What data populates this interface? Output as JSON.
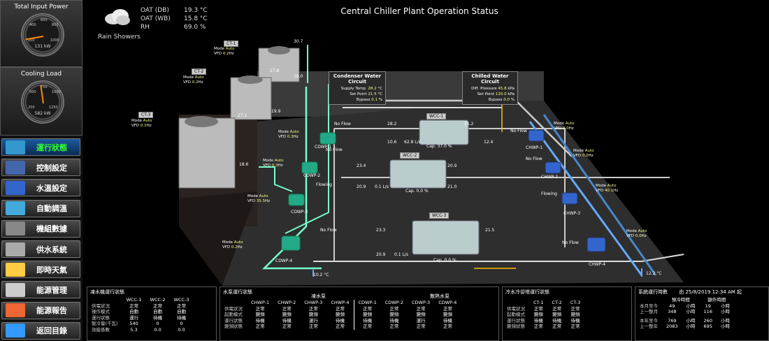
{
  "left": {
    "gauges": [
      {
        "title": "Total Input Power",
        "value": "131",
        "unit": "kW",
        "ticks": [
          "200",
          "400",
          "600",
          "800",
          "1000",
          "0"
        ],
        "fraction": 0.13
      },
      {
        "title": "Cooling Load",
        "value": "582",
        "unit": "kW",
        "ticks": [
          "250",
          "500",
          "750",
          "1000",
          "1250",
          "0"
        ],
        "fraction": 0.47
      }
    ],
    "nav": [
      {
        "label": "運行狀態",
        "active": true,
        "icon": "gear-icon"
      },
      {
        "label": "控制設定",
        "active": false,
        "icon": "monitor-icon"
      },
      {
        "label": "水溫設定",
        "active": false,
        "icon": "water-temperature-icon"
      },
      {
        "label": "自動調溫",
        "active": false,
        "icon": "auto-adjust-icon"
      },
      {
        "label": "機組數據",
        "active": false,
        "icon": "chiller-unit-icon"
      },
      {
        "label": "供水系統",
        "active": false,
        "icon": "water-supply-icon"
      },
      {
        "label": "即時天氣",
        "active": false,
        "icon": "weather-icon"
      },
      {
        "label": "能源管理",
        "active": false,
        "icon": "energy-management-icon"
      },
      {
        "label": "能源報告",
        "active": false,
        "icon": "energy-report-icon"
      },
      {
        "label": "返回目錄",
        "active": false,
        "icon": "back-arrow-icon"
      }
    ]
  },
  "weather": {
    "oat_db_label": "OAT (DB)",
    "oat_db": "19.3 °C",
    "oat_wb_label": "OAT (WB)",
    "oat_wb": "15.8 °C",
    "rh_label": "RH",
    "rh": "69.0 %",
    "condition": "Rain Showers"
  },
  "title": "Central Chiller Plant Operation Status",
  "condenser": {
    "title": "Condenser Water Circuit",
    "supply_label": "Supply Temp.",
    "supply": "28.2",
    "supply_unit": "°C",
    "setpoint_label": "Set Point",
    "setpoint": "21.5",
    "setpoint_unit": "°C",
    "bypass_label": "Bypass",
    "bypass": "0.1",
    "bypass_unit": "%"
  },
  "chilled": {
    "title": "Chilled Water Circuit",
    "dp_label": "Diff. Pressure",
    "dp": "45.8",
    "dp_unit": "kPa",
    "setpoint_label": "Set Point",
    "setpoint": "120.0",
    "setpoint_unit": "kPa",
    "bypass_label": "Bypass",
    "bypass": "0.0",
    "bypass_unit": "%"
  },
  "towers": [
    {
      "name": "CT-1",
      "mode": "Auto",
      "vfd": "0.2",
      "temp_in": "30.7",
      "temp_out": "27.8"
    },
    {
      "name": "CT-2",
      "mode": "Auto",
      "vfd": "0.2",
      "temp_in": "28.0",
      "temp_out": "19.9"
    },
    {
      "name": "CT-3",
      "mode": "Auto",
      "vfd": "0.1",
      "temp_in": "27.1",
      "temp_out": "18.6"
    }
  ],
  "chillers": [
    {
      "name": "WCC-1",
      "cw_in": "28.2",
      "cw_out": "10.6",
      "chw_in": "31.2",
      "chw_out": "12.4",
      "flow": "62.8",
      "cap": "37.0"
    },
    {
      "name": "WCC-2",
      "cw_in": "23.4",
      "cw_out": "20.9",
      "chw_in": "20.9",
      "chw_out": "21.0",
      "flow": "0.1",
      "cap": "0.0"
    },
    {
      "name": "WCC-3",
      "cw_in": "23.3",
      "cw_out": "20.9",
      "chw_in": "21.5",
      "chw_out": "",
      "flow": "0.1",
      "cap": "0.0"
    }
  ],
  "cdwp": [
    {
      "name": "CDWP-1",
      "mode": "Auto",
      "vfd": "0.3",
      "status": "No Flow"
    },
    {
      "name": "CDWP-2",
      "mode": "Auto",
      "vfd": "0.3",
      "status": "No Flow"
    },
    {
      "name": "CDWP-3",
      "mode": "Auto",
      "vfd": "35.5",
      "status": "Flowing"
    },
    {
      "name": "CDWP-4",
      "mode": "Auto",
      "vfd": "0.2",
      "status": "No Flow"
    }
  ],
  "chwp": [
    {
      "name": "CHWP-1",
      "mode": "Auto",
      "vfd": "0.0",
      "status": "No Flow"
    },
    {
      "name": "CHWP-2",
      "mode": "Auto",
      "vfd": "0.0",
      "status": "No Flow"
    },
    {
      "name": "CHWP-3",
      "mode": "Auto",
      "vfd": "40.1",
      "status": "Flowing"
    },
    {
      "name": "CHWP-4",
      "mode": "Auto",
      "vfd": "0.0",
      "status": "No Flow"
    }
  ],
  "temps": {
    "bottom_left": "10.2",
    "bottom_right": "12.2",
    "unit": "°C"
  },
  "labels": {
    "mode": "Mode",
    "vfd": "VFD",
    "hz": "Hz",
    "cap": "Cap.",
    "pct": "%",
    "ls": "L/s",
    "c": "°C"
  },
  "panel_chiller": {
    "title": "凍水機運行狀態",
    "cols": [
      "WCC-1",
      "WCC-2",
      "WCC-3"
    ],
    "rows": [
      {
        "label": "供電狀況",
        "values": [
          "正常",
          "正常",
          "正常"
        ]
      },
      {
        "label": "操作模式",
        "values": [
          "自動",
          "自動",
          "自動"
        ]
      },
      {
        "label": "運行狀態",
        "values": [
          "運行",
          "待機",
          "待機"
        ]
      },
      {
        "label": "製冷量(千瓦)",
        "values": [
          "540",
          "0",
          "0"
        ]
      },
      {
        "label": "效能係數",
        "values": [
          "5.3",
          "0.0",
          "0.0"
        ]
      }
    ]
  },
  "panel_pump": {
    "title": "水泵運行狀態",
    "group1": "凍水泵",
    "group2": "散熱水泵",
    "cols": [
      "CHWP-1",
      "CHWP-2",
      "CHWP-3",
      "CHWP-4",
      "CDWP-1",
      "CDWP-2",
      "CDWP-3",
      "CDWP-4"
    ],
    "rows": [
      {
        "label": "供電狀況",
        "values": [
          "正常",
          "正常",
          "正常",
          "正常",
          "正常",
          "正常",
          "正常",
          "正常"
        ]
      },
      {
        "label": "起動模式",
        "values": [
          "變頻",
          "變頻",
          "變頻",
          "變頻",
          "變頻",
          "變頻",
          "變頻",
          "變頻"
        ]
      },
      {
        "label": "運行狀態",
        "values": [
          "待機",
          "待機",
          "運行",
          "待機",
          "待機",
          "待機",
          "運行",
          "待機"
        ]
      },
      {
        "label": "變頻狀態",
        "values": [
          "正常",
          "正常",
          "正常",
          "正常",
          "正常",
          "正常",
          "正常",
          "正常"
        ]
      }
    ]
  },
  "panel_tower": {
    "title": "冷水冷卻塔運行狀態",
    "cols": [
      "CT-1",
      "CT-2",
      "CT-3"
    ],
    "rows": [
      {
        "label": "供電狀況",
        "values": [
          "正常",
          "正常",
          "正常"
        ]
      },
      {
        "label": "起動模式",
        "values": [
          "變頻",
          "變頻",
          "變頻"
        ]
      },
      {
        "label": "運行狀態",
        "values": [
          "待機",
          "待機",
          "待機"
        ]
      },
      {
        "label": "變頻狀態",
        "values": [
          "正常",
          "正常",
          "正常"
        ]
      }
    ]
  },
  "panel_system": {
    "title": "系統運行時數",
    "date": "由 25/8/2019 12:34 AM 起",
    "col1": "預冷時間",
    "col2": "額外時間",
    "rows": [
      {
        "label": "本月至今",
        "v1": "49",
        "u1": "小時",
        "v2": "19",
        "u2": "小時"
      },
      {
        "label": "上一整月",
        "v1": "348",
        "u1": "小時",
        "v2": "116",
        "u2": "小時"
      },
      {
        "label": "本年至今",
        "v1": "769",
        "u1": "小時",
        "v2": "260",
        "u2": "小時"
      },
      {
        "label": "上一整年",
        "v1": "2083",
        "u1": "小時",
        "v2": "695",
        "u2": "小時"
      }
    ]
  }
}
